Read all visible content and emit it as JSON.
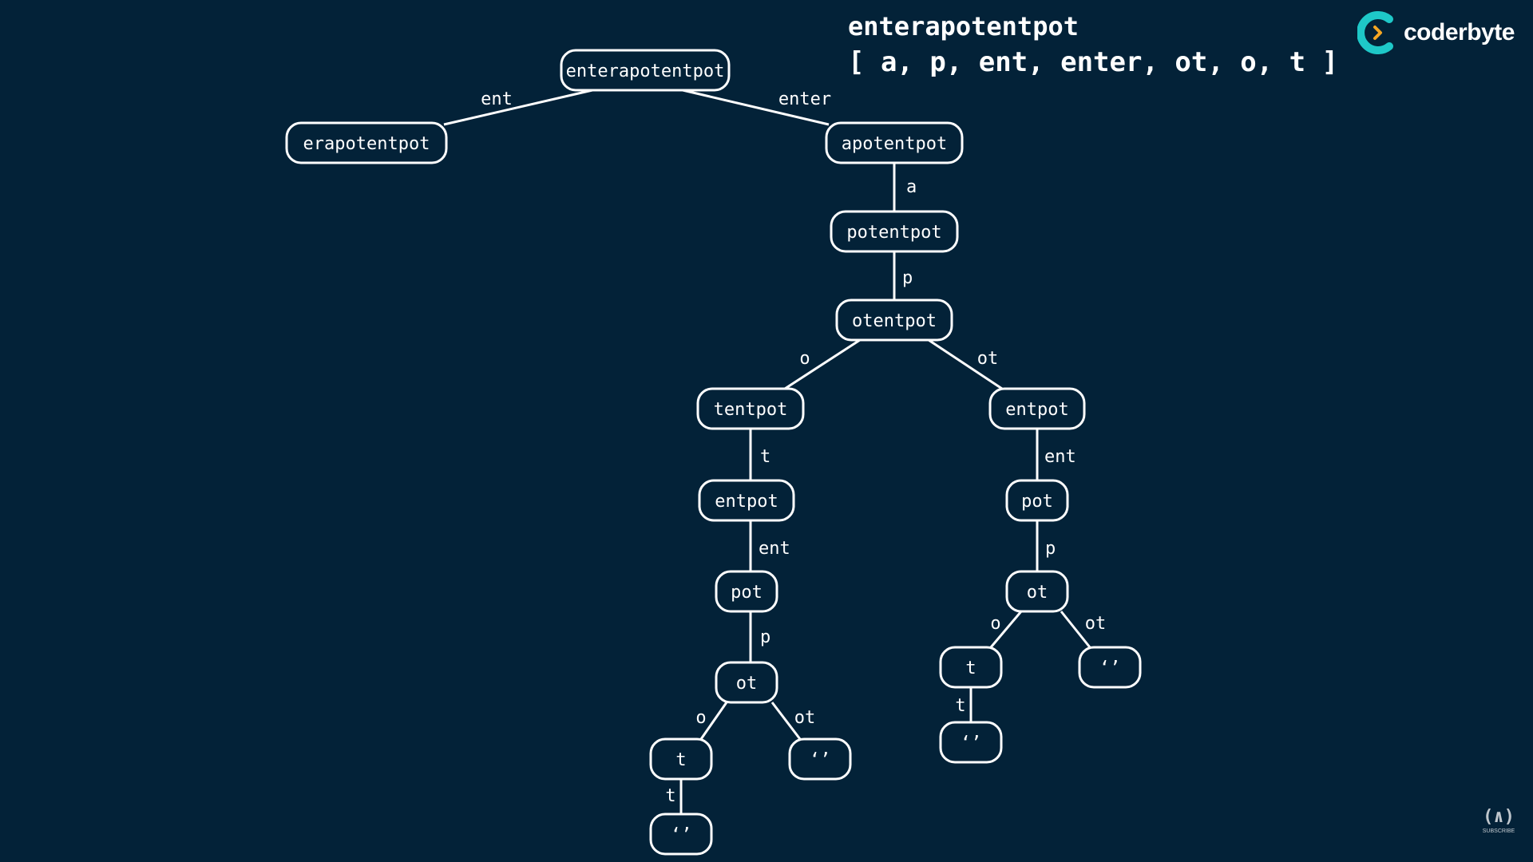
{
  "header": {
    "target_word": "enterapotentpot",
    "word_bank": "[ a, p, ent, enter, ot, o, t ]"
  },
  "brand": {
    "name": "coderbyte",
    "accent": "#1ec8c8",
    "arrow_color": "#f5a623"
  },
  "watermark": {
    "label": "SUBSCRIBE"
  },
  "colors": {
    "background": "#032238",
    "foreground": "#ffffff"
  },
  "tree": {
    "nodes": [
      {
        "id": "n0",
        "label": "enterapotentpot"
      },
      {
        "id": "n1",
        "label": "erapotentpot"
      },
      {
        "id": "n2",
        "label": "apotentpot"
      },
      {
        "id": "n3",
        "label": "potentpot"
      },
      {
        "id": "n4",
        "label": "otentpot"
      },
      {
        "id": "n5",
        "label": "tentpot"
      },
      {
        "id": "n6",
        "label": "entpot"
      },
      {
        "id": "n7",
        "label": "entpot"
      },
      {
        "id": "n8",
        "label": "pot"
      },
      {
        "id": "n9",
        "label": "pot"
      },
      {
        "id": "n10",
        "label": "ot"
      },
      {
        "id": "n11",
        "label": "ot"
      },
      {
        "id": "n12",
        "label": "t"
      },
      {
        "id": "n13",
        "label": "‘’"
      },
      {
        "id": "n14",
        "label": "‘’"
      },
      {
        "id": "n15",
        "label": "t"
      },
      {
        "id": "n16",
        "label": "‘’"
      },
      {
        "id": "n17",
        "label": "‘’"
      }
    ],
    "edges": [
      {
        "from": "n0",
        "to": "n1",
        "label": "ent"
      },
      {
        "from": "n0",
        "to": "n2",
        "label": "enter"
      },
      {
        "from": "n2",
        "to": "n3",
        "label": "a"
      },
      {
        "from": "n3",
        "to": "n4",
        "label": "p"
      },
      {
        "from": "n4",
        "to": "n5",
        "label": "o"
      },
      {
        "from": "n4",
        "to": "n6",
        "label": "ot"
      },
      {
        "from": "n5",
        "to": "n7",
        "label": "t"
      },
      {
        "from": "n6",
        "to": "n9",
        "label": "ent"
      },
      {
        "from": "n7",
        "to": "n8",
        "label": "ent"
      },
      {
        "from": "n8",
        "to": "n10",
        "label": "p"
      },
      {
        "from": "n9",
        "to": "n11",
        "label": "p"
      },
      {
        "from": "n11",
        "to": "n12",
        "label": "o"
      },
      {
        "from": "n11",
        "to": "n13",
        "label": "ot"
      },
      {
        "from": "n12",
        "to": "n14",
        "label": "t"
      },
      {
        "from": "n10",
        "to": "n15",
        "label": "o"
      },
      {
        "from": "n10",
        "to": "n16",
        "label": "ot"
      },
      {
        "from": "n15",
        "to": "n17",
        "label": "t"
      }
    ]
  }
}
